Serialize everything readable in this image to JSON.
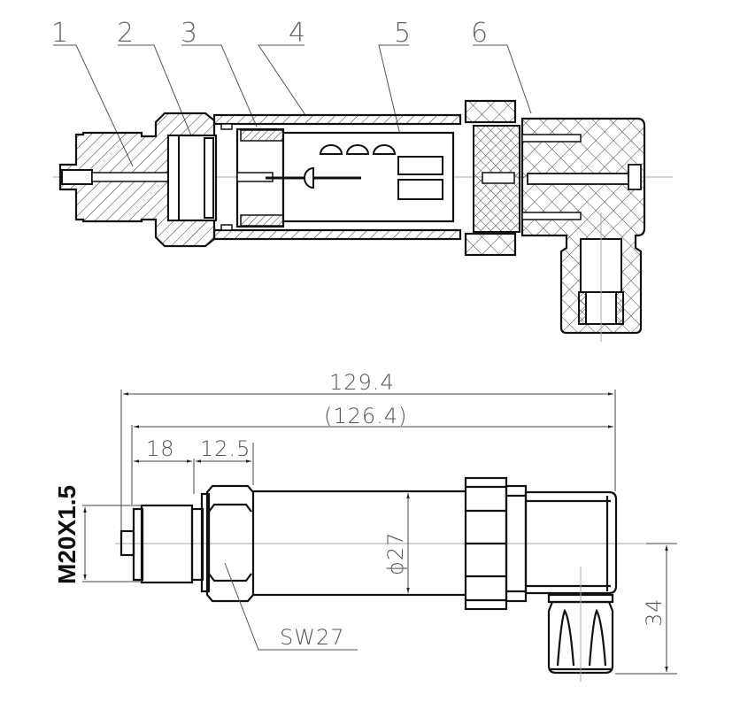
{
  "section_view": {
    "callouts": [
      {
        "id": "1",
        "label": "1"
      },
      {
        "id": "2",
        "label": "2"
      },
      {
        "id": "3",
        "label": "3"
      },
      {
        "id": "4",
        "label": "4"
      },
      {
        "id": "5",
        "label": "5"
      },
      {
        "id": "6",
        "label": "6"
      }
    ]
  },
  "outline_view": {
    "dimensions": {
      "overall_length": "129.4",
      "body_length": "(126.4)",
      "thread_length": "18",
      "hex_length": "12.5",
      "body_diameter": "ϕ27",
      "connector_height": "34",
      "wrench_size": "SW27",
      "thread_spec": "M20X1.5"
    }
  },
  "colors": {
    "line": "#111111",
    "dimension": "#555555",
    "centerline": "#aaaaaa",
    "background": "#ffffff"
  }
}
